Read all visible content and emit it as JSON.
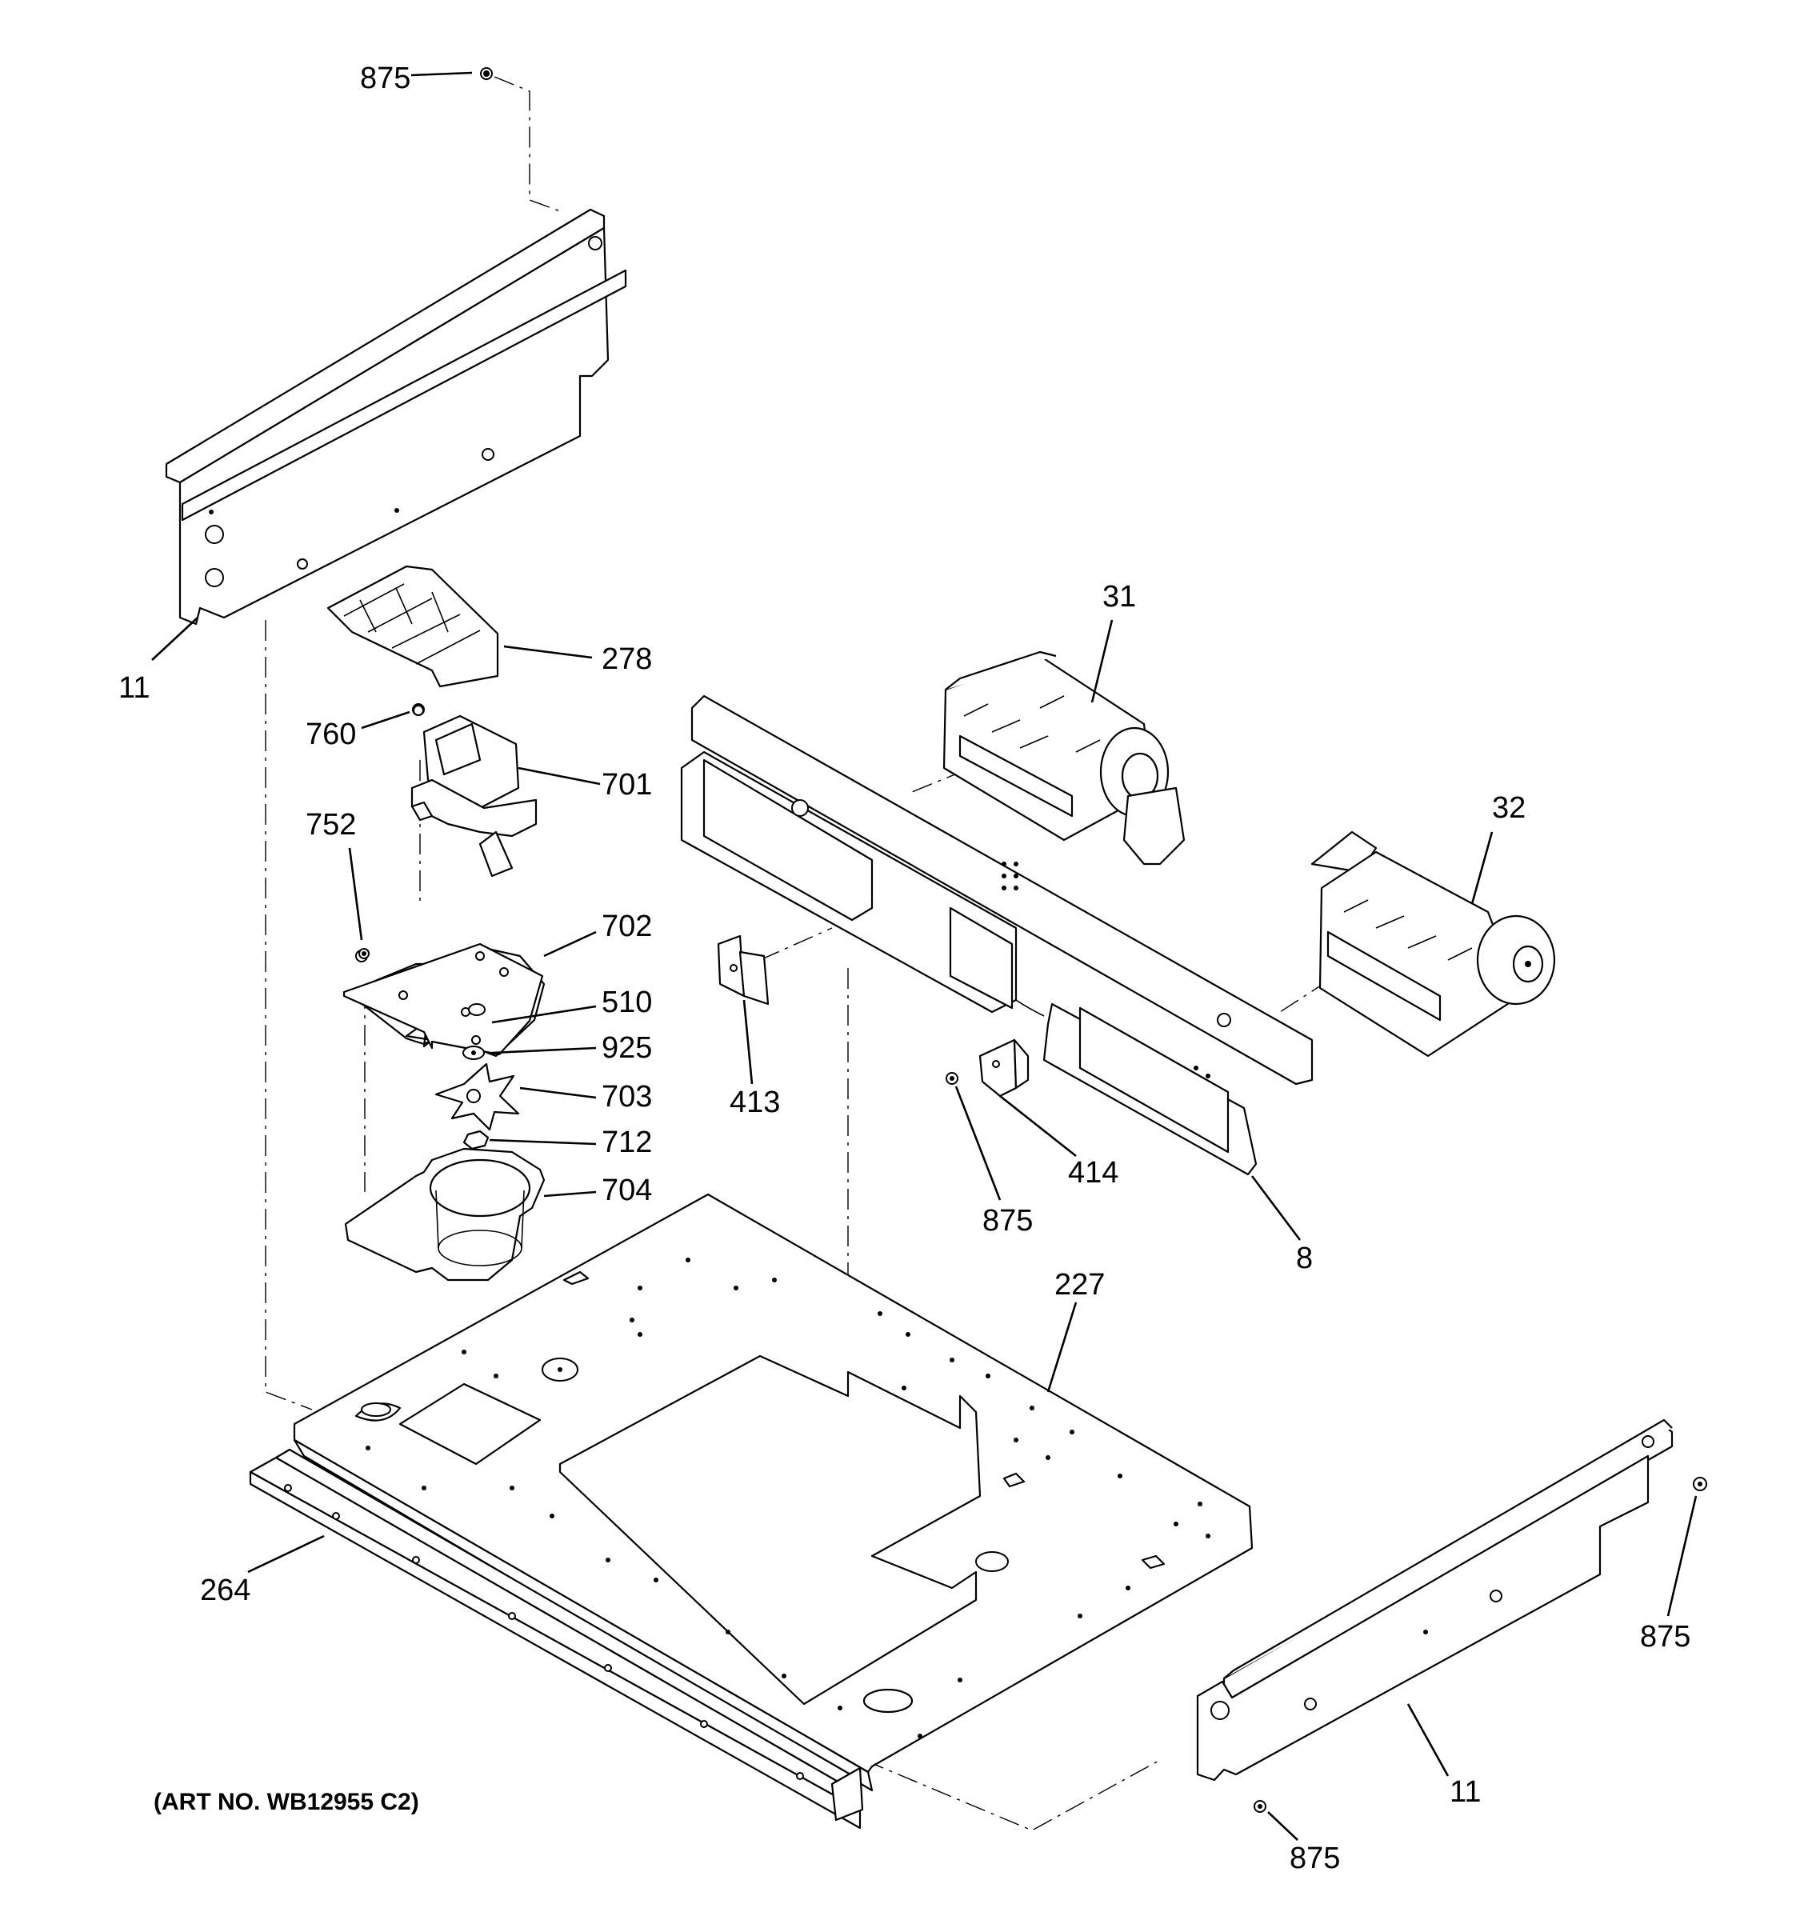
{
  "diagram": {
    "art_number": "(ART NO. WB12955 C2)",
    "callouts": {
      "c875_top": "875",
      "c11_left": "11",
      "c278": "278",
      "c760": "760",
      "c701": "701",
      "c752": "752",
      "c702": "702",
      "c510": "510",
      "c925": "925",
      "c703": "703",
      "c712": "712",
      "c704": "704",
      "c31": "31",
      "c32": "32",
      "c413": "413",
      "c414": "414",
      "c875_mid": "875",
      "c8": "8",
      "c227": "227",
      "c264": "264",
      "c875_right": "875",
      "c11_right": "11",
      "c875_bottom": "875"
    }
  }
}
